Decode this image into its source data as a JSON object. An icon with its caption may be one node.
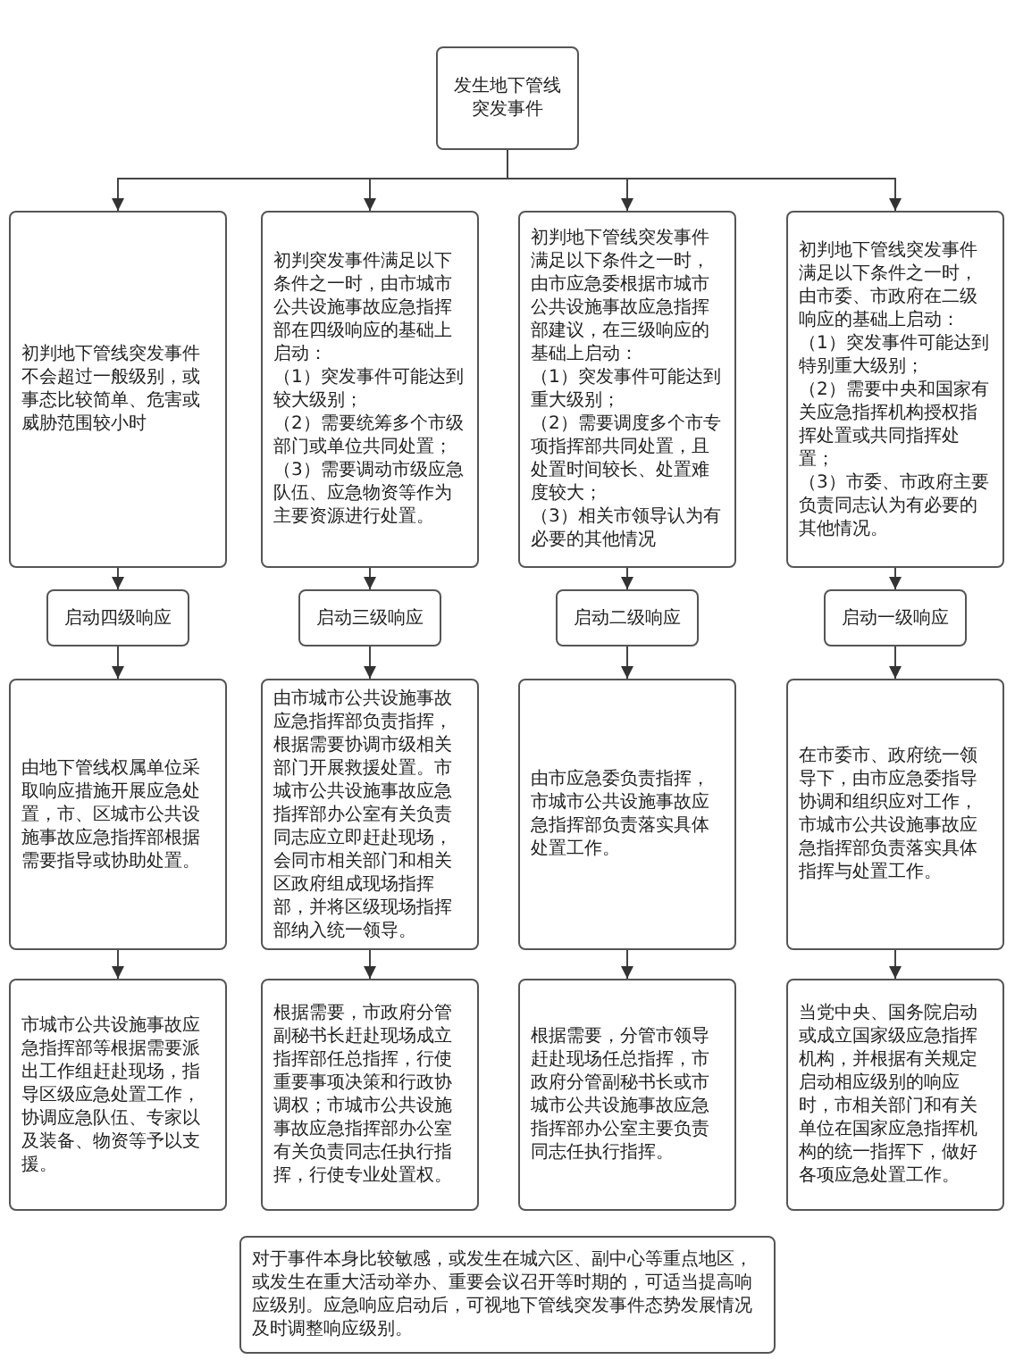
{
  "diagram": {
    "nodes": [
      {
        "text": [
          "发生地下管线突发事件"
        ]
      },
      {
        "text": [
          "初判地下管线突发事件不会超过一般级别，或事态比较简单、危害或威胁范围较小时"
        ]
      },
      {
        "text": [
          "初判突发事件满足以下条件之一时，由市城市公共设施事故应急指挥部在四级响应的基础上启动：",
          "（1）突发事件可能达到较大级别；",
          "（2）需要统筹多个市级部门或单位共同处置；",
          "（3）需要调动市级应急队伍、应急物资等作为主要资源进行处置。"
        ]
      },
      {
        "text": [
          "初判地下管线突发事件满足以下条件之一时，由市应急委根据市城市公共设施事故应急指挥部建议，在三级响应的基础上启动：",
          "（1）突发事件可能达到重大级别；",
          "（2）需要调度多个市专项指挥部共同处置，且处置时间较长、处置难度较大；",
          "（3）相关市领导认为有必要的其他情况"
        ]
      },
      {
        "text": [
          "初判地下管线突发事件满足以下条件之一时，由市委、市政府在二级响应的基础上启动：",
          "（1）突发事件可能达到特别重大级别；",
          "（2）需要中央和国家有关应急指挥机构授权指挥处置或共同指挥处置；",
          "（3）市委、市政府主要负责同志认为有必要的其他情况。"
        ]
      },
      {
        "text": [
          "启动四级响应"
        ]
      },
      {
        "text": [
          "启动三级响应"
        ]
      },
      {
        "text": [
          "启动二级响应"
        ]
      },
      {
        "text": [
          "启动一级响应"
        ]
      },
      {
        "text": [
          "由地下管线权属单位采取响应措施开展应急处置，市、区城市公共设施事故应急指挥部根据需要指导或协助处置。"
        ]
      },
      {
        "text": [
          "由市城市公共设施事故应急指挥部负责指挥，根据需要协调市级相关部门开展救援处置。市城市公共设施事故应急指挥部办公室有关负责同志应立即赶赴现场，会同市相关部门和相关区政府组成现场指挥部，并将区级现场指挥部纳入统一领导。"
        ]
      },
      {
        "text": [
          "由市应急委负责指挥，市城市公共设施事故应急指挥部负责落实具体处置工作。"
        ]
      },
      {
        "text": [
          "在市委市、政府统一领导下，由市应急委指导协调和组织应对工作，市城市公共设施事故应急指挥部负责落实具体指挥与处置工作。"
        ]
      },
      {
        "text": [
          "市城市公共设施事故应急指挥部等根据需要派出工作组赶赴现场，指导区级应急处置工作，协调应急队伍、专家以及装备、物资等予以支援。"
        ]
      },
      {
        "text": [
          "根据需要，市政府分管副秘书长赶赴现场成立指挥部任总指挥，行使重要事项决策和行政协调权；市城市公共设施事故应急指挥部办公室有关负责同志任执行指挥，行使专业处置权。"
        ]
      },
      {
        "text": [
          "根据需要，分管市领导赶赴现场任总指挥，市政府分管副秘书长或市城市公共设施事故应急指挥部办公室主要负责同志任执行指挥。"
        ]
      },
      {
        "text": [
          "当党中央、国务院启动或成立国家级应急指挥机构，并根据有关规定启动相应级别的响应时，市相关部门和有关单位在国家应急指挥机构的统一指挥下，做好各项应急处置工作。"
        ]
      },
      {
        "text": [
          "对于事件本身比较敏感，或发生在城六区、副中心等重点地区，或发生在重大活动举办、重要会议召开等时期的，可适当提高响应级别。应急响应启动后，可视地下管线突发事件态势发展情况及时调整响应级别。"
        ]
      }
    ],
    "edges": [
      {
        "from": 0,
        "to": 1,
        "arrow": "to"
      },
      {
        "from": 0,
        "to": 2,
        "arrow": "to"
      },
      {
        "from": 0,
        "to": 3,
        "arrow": "to"
      },
      {
        "from": 0,
        "to": 4,
        "arrow": "to"
      },
      {
        "from": 1,
        "to": 5,
        "arrow": "to"
      },
      {
        "from": 2,
        "to": 6,
        "arrow": "to"
      },
      {
        "from": 3,
        "to": 7,
        "arrow": "to"
      },
      {
        "from": 4,
        "to": 8,
        "arrow": "to"
      },
      {
        "from": 5,
        "to": 9,
        "arrow": "to"
      },
      {
        "from": 6,
        "to": 10,
        "arrow": "to"
      },
      {
        "from": 7,
        "to": 11,
        "arrow": "to"
      },
      {
        "from": 8,
        "to": 12,
        "arrow": "to"
      },
      {
        "from": 9,
        "to": 13,
        "arrow": "to"
      },
      {
        "from": 10,
        "to": 14,
        "arrow": "to"
      },
      {
        "from": 11,
        "to": 15,
        "arrow": "to"
      },
      {
        "from": 12,
        "to": 16,
        "arrow": "to"
      }
    ]
  }
}
